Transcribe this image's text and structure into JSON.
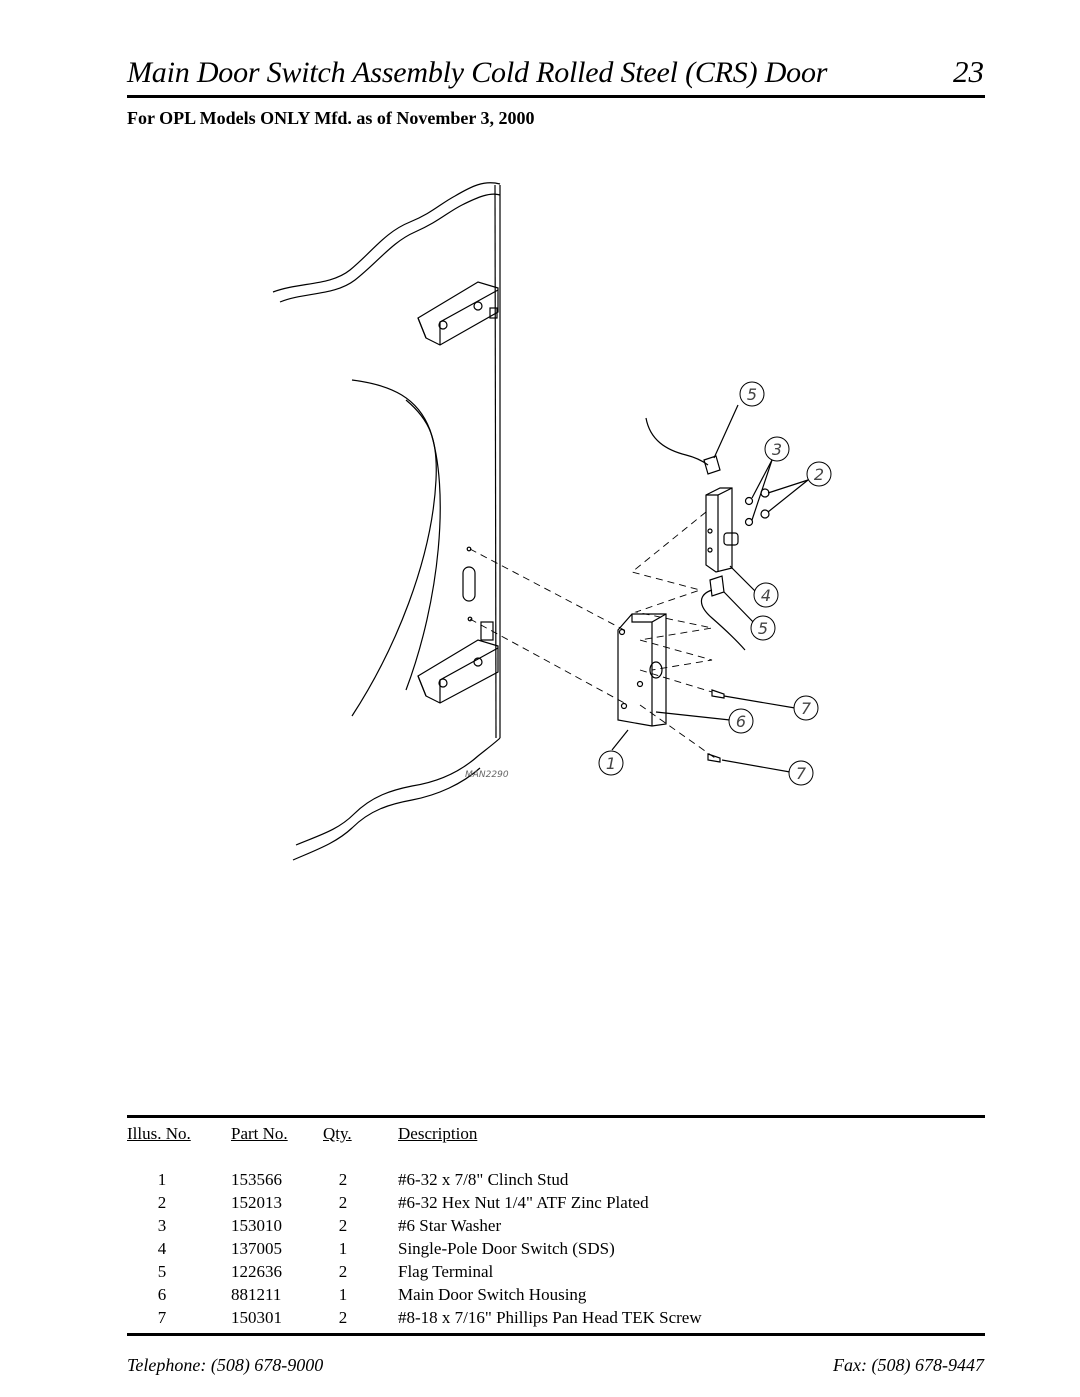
{
  "header": {
    "title": "Main Door Switch Assembly Cold Rolled Steel (CRS) Door",
    "page_number": "23"
  },
  "subtitle": "For OPL Models ONLY Mfd. as of November 3, 2000",
  "diagram": {
    "drawing_id": "MAN2290",
    "callouts": [
      "5",
      "3",
      "2",
      "4",
      "5",
      "7",
      "6",
      "1",
      "7"
    ]
  },
  "parts_table": {
    "headers": {
      "illus": "Illus. No.",
      "part": "Part No.",
      "qty": "Qty.",
      "desc": "Description"
    },
    "rows": [
      {
        "illus": "1",
        "part": "153566",
        "qty": "2",
        "desc": "#6-32 x 7/8\" Clinch Stud"
      },
      {
        "illus": "2",
        "part": "152013",
        "qty": "2",
        "desc": "#6-32 Hex Nut 1/4\" ATF Zinc Plated"
      },
      {
        "illus": "3",
        "part": "153010",
        "qty": "2",
        "desc": "#6  Star Washer"
      },
      {
        "illus": "4",
        "part": "137005",
        "qty": "1",
        "desc": "Single-Pole Door Switch (SDS)"
      },
      {
        "illus": "5",
        "part": "122636",
        "qty": "2",
        "desc": "Flag Terminal"
      },
      {
        "illus": "6",
        "part": "881211",
        "qty": "1",
        "desc": "Main Door Switch Housing"
      },
      {
        "illus": "7",
        "part": "150301",
        "qty": "2",
        "desc": "#8-18 x 7/16\" Phillips Pan Head TEK Screw"
      }
    ]
  },
  "footer": {
    "telephone": "Telephone: (508) 678-9000",
    "fax": "Fax: (508) 678-9447"
  }
}
